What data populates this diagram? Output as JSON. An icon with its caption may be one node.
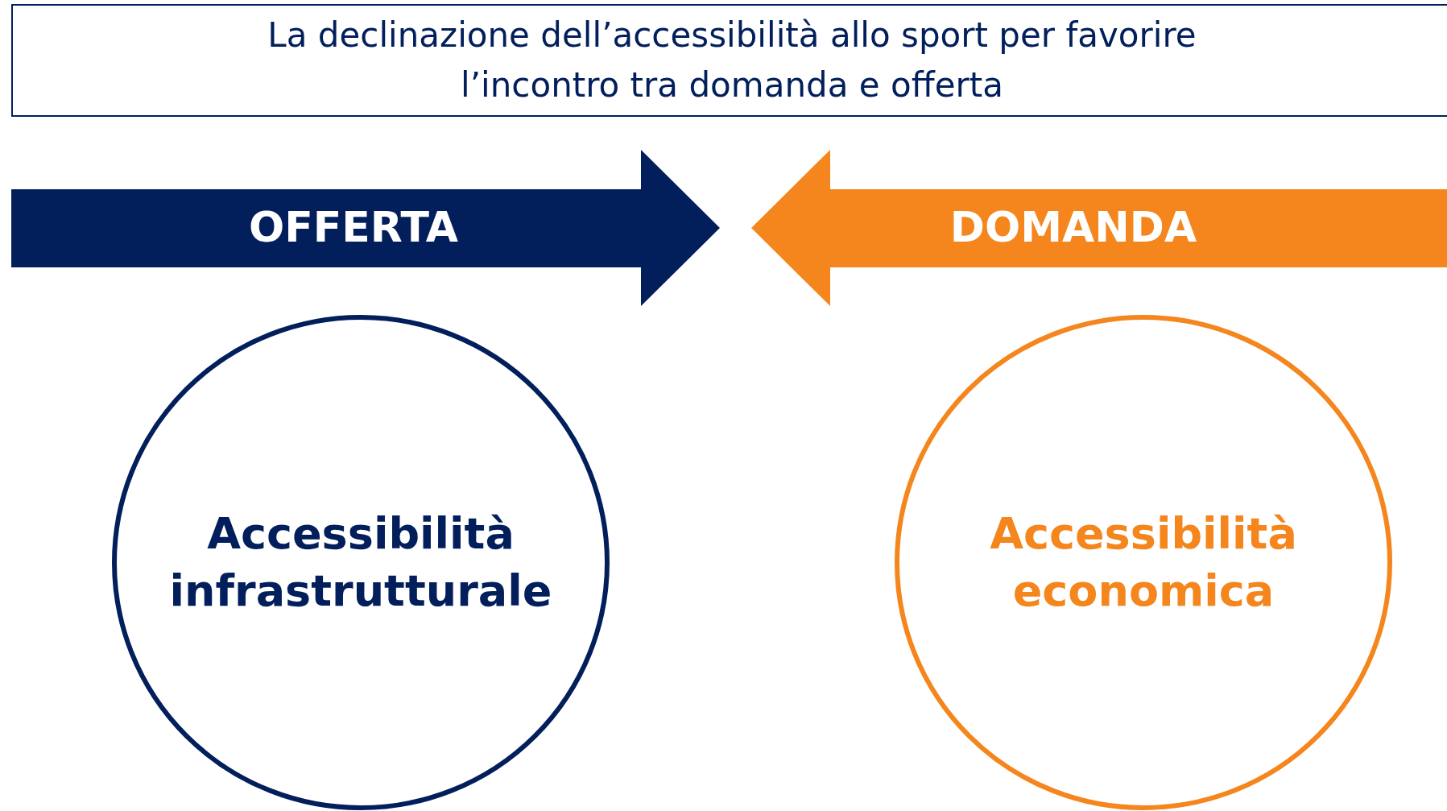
{
  "diagram": {
    "title": "La declinazione dell’accessibilità allo sport per favorire l’incontro tra domanda e offerta",
    "nodes": [
      {
        "text": [
          "OFFERTA"
        ]
      },
      {
        "text": [
          "DOMANDA"
        ]
      },
      {
        "text": [
          "Accessibilità infrastrutturale"
        ]
      },
      {
        "text": [
          "Accessibilità economica"
        ]
      }
    ]
  }
}
